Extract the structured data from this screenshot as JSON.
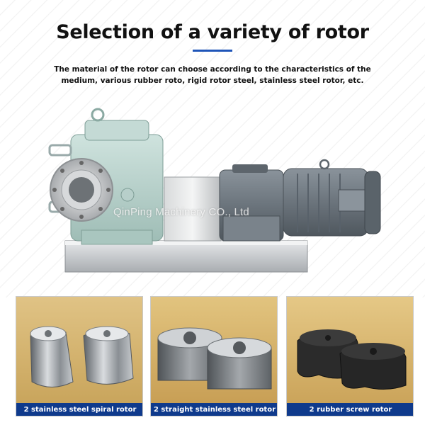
{
  "header": {
    "title": "Selection of a variety of rotor",
    "subtitle_line1": "The material of the rotor can choose according to the characteristics of the",
    "subtitle_line2": "medium, various rubber roto, rigid rotor steel, stainless steel rotor, etc."
  },
  "hero": {
    "watermark": "QinPing Machinery CO., Ltd"
  },
  "cards": [
    {
      "caption": "2 stainless steel spiral rotor",
      "icon": "spiral-rotor-photo"
    },
    {
      "caption": "2 straight stainless steel rotor",
      "icon": "straight-rotor-photo"
    },
    {
      "caption": "2 rubber screw rotor",
      "icon": "rubber-rotor-photo"
    }
  ],
  "colors": {
    "accent": "#1f55b8",
    "caption_bg": "#0f3a8c",
    "pump_body": "#b8d2cc",
    "motor": "#6f7880",
    "wood_bg": "#d4b36c"
  }
}
